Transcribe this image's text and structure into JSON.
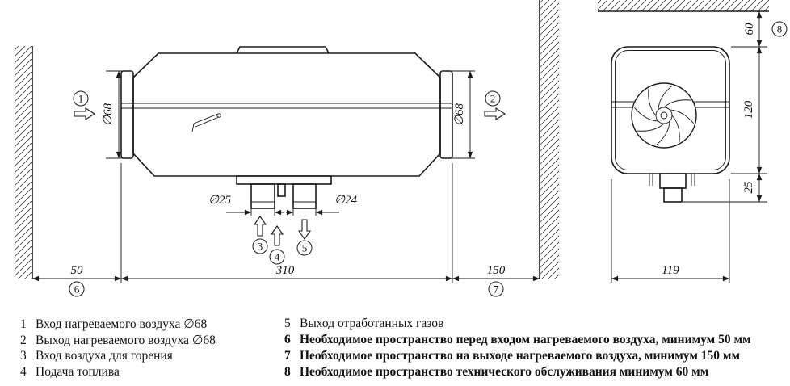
{
  "drawing": {
    "main_view": {
      "dim_inlet_diameter": "∅68",
      "dim_outlet_diameter": "∅68",
      "dim_pipe_left": "∅25",
      "dim_pipe_right": "∅24",
      "dim_clearance_inlet": "50",
      "dim_body_length": "310",
      "dim_clearance_outlet": "150",
      "callouts": {
        "c1": "1",
        "c2": "2",
        "c3": "3",
        "c4": "4",
        "c5": "5",
        "c6": "6",
        "c7": "7"
      }
    },
    "side_view": {
      "dim_service_clearance": "60",
      "dim_body_height": "120",
      "dim_bracket_height": "25",
      "dim_body_width": "119",
      "callouts": {
        "c8": "8"
      }
    }
  },
  "legend": {
    "left": [
      {
        "num": "1",
        "text": "Вход нагреваемого воздуха ∅68"
      },
      {
        "num": "2",
        "text": "Выход нагреваемого воздуха ∅68"
      },
      {
        "num": "3",
        "text": "Вход воздуха для горения"
      },
      {
        "num": "4",
        "text": "Подача топлива"
      }
    ],
    "right": [
      {
        "num": "5",
        "text": "Выход отработанных газов"
      },
      {
        "num": "6",
        "text": "Необходимое пространство перед входом нагреваемого воздуха, минимум 50 мм"
      },
      {
        "num": "7",
        "text": "Необходимое пространство на выходе нагреваемого воздуха, минимум 150 мм"
      },
      {
        "num": "8",
        "text": "Необходимое пространство технического обслуживания минимум 60 мм"
      }
    ]
  }
}
